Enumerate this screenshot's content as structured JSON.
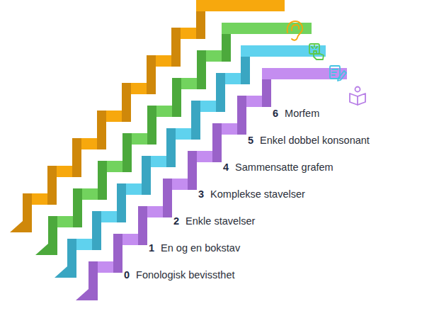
{
  "diagram": {
    "labels": [
      "6",
      "Morfem",
      "5",
      "Enkel dobbel konsonant",
      "4",
      "Sammensatte grafem",
      "3",
      "Komplekse stavelser",
      "2",
      "Enkle stavelser",
      "1",
      "En og en bokstav",
      "0",
      "Fonologisk bevissthet"
    ]
  }
}
